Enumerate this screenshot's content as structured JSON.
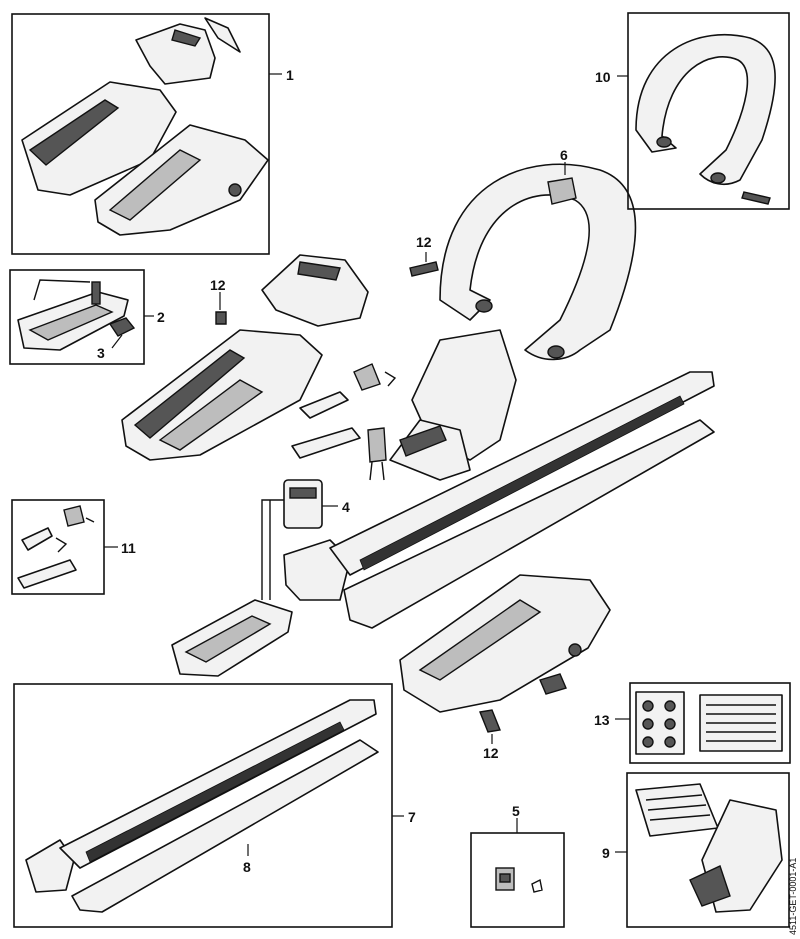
{
  "callouts": {
    "c1": "1",
    "c2": "2",
    "c3": "3",
    "c4": "4",
    "c5": "5",
    "c6": "6",
    "c7": "7",
    "c8": "8",
    "c9": "9",
    "c10": "10",
    "c11": "11",
    "c12a": "12",
    "c12b": "12",
    "c12c": "12",
    "c13": "13"
  },
  "drawing_code": "4511-GET-0001-A1",
  "colors": {
    "line": "#111111",
    "fill": "#f2f2f2",
    "shade": "#555555"
  }
}
